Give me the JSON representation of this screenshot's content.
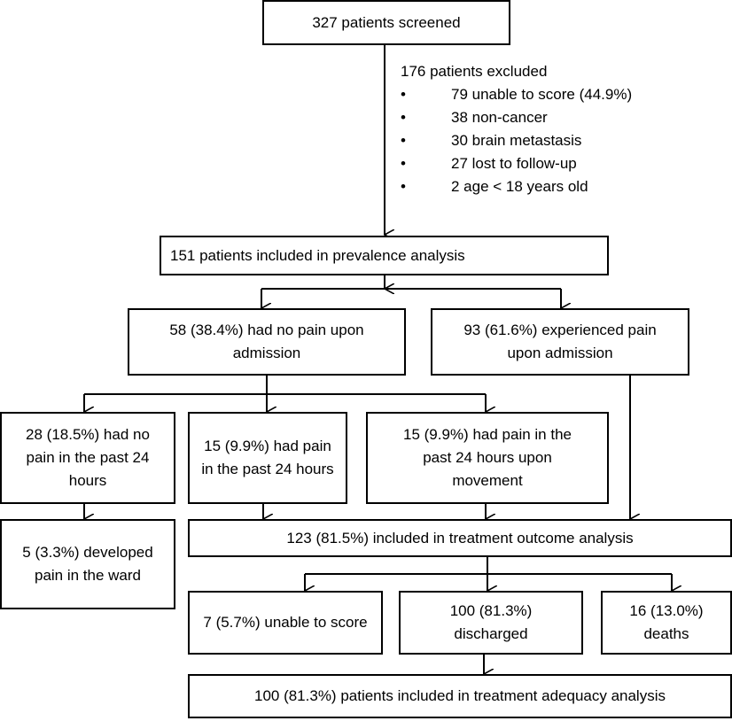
{
  "boxes": {
    "screened": "327 patients screened",
    "prevalence": "151 patients included in prevalence analysis",
    "no_pain": "58 (38.4%) had no pain upon admission",
    "pain": "93 (61.6%) experienced pain upon admission",
    "no_pain_24h": "28 (18.5%) had no pain in the past 24 hours",
    "pain_24h": "15 (9.9%) had pain in the past 24 hours",
    "pain_movement": "15 (9.9%) had pain in the past 24 hours upon movement",
    "developed_pain": "5 (3.3%) developed pain in the ward",
    "treatment_outcome": "123 (81.5%) included in treatment outcome analysis",
    "unable_score": "7 (5.7%) unable to score",
    "discharged": "100 (81.3%) discharged",
    "deaths": "16 (13.0%) deaths",
    "treatment_adequacy": "100 (81.3%) patients included in treatment adequacy analysis"
  },
  "exclusions": {
    "title": "176 patients excluded",
    "items": [
      "79 unable to score (44.9%)",
      "38 non-cancer",
      "30 brain metastasis",
      "27 lost to follow-up",
      "2 age < 18 years old"
    ]
  }
}
